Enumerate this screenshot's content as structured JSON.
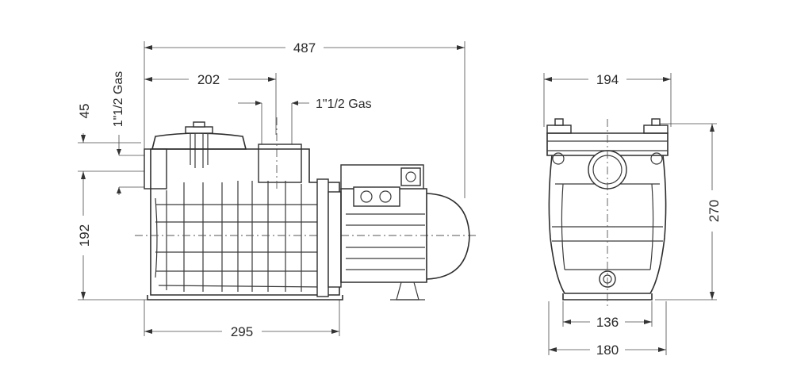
{
  "dimensions": {
    "overall_length": "487",
    "inlet_to_outlet": "202",
    "body_length": "295",
    "inlet_offset_height": "45",
    "shaft_height": "192",
    "front_width_top": "194",
    "overall_height": "270",
    "base_inner_width": "136",
    "base_outer_width": "180"
  },
  "connections": {
    "outlet_thread": "1\"1/2 Gas",
    "inlet_thread": "1\"1/2 Gas"
  }
}
